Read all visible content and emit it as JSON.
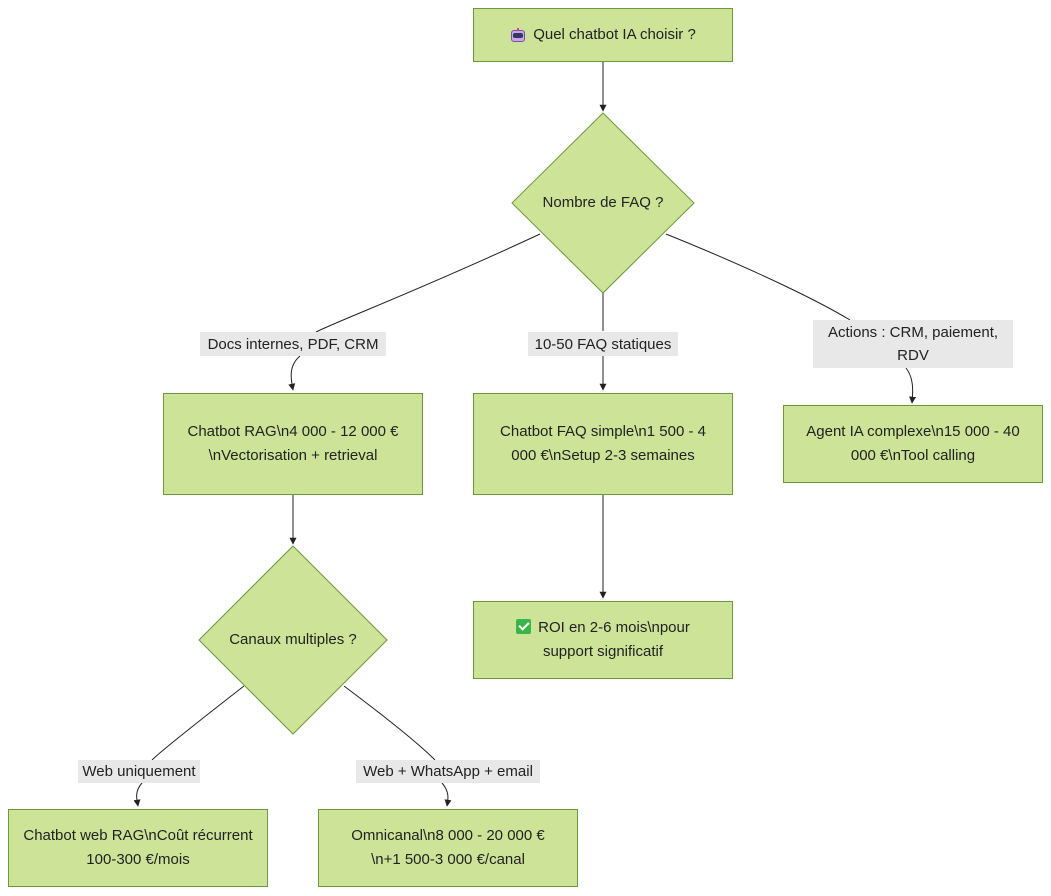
{
  "nodes": {
    "start": "Quel chatbot IA choisir ?",
    "decision_faq": "Nombre de FAQ ?",
    "rag": "Chatbot RAG\\n4 000 - 12 000 €\\nVectorisation + retrieval",
    "faq_simple": "Chatbot FAQ simple\\n1 500 - 4 000 €\\nSetup 2-3 semaines",
    "agent": "Agent IA complexe\\n15 000 - 40 000 €\\nTool calling",
    "decision_canaux": "Canaux multiples ?",
    "roi": "ROI en 2-6 mois\\npour support significatif",
    "web_rag": "Chatbot web RAG\\nCoût récurrent 100-300 €/mois",
    "omnicanal": "Omnicanal\\n8 000 - 20 000 €\\n+1 500-3 000 €/canal"
  },
  "edge_labels": {
    "docs": "Docs internes, PDF, CRM",
    "faq_static": "10-50 FAQ statiques",
    "actions": "Actions : CRM, paiement, RDV",
    "web_only": "Web uniquement",
    "multi": "Web + WhatsApp + email"
  },
  "icons": {
    "start": "robot-icon",
    "roi": "check-mark-icon"
  },
  "colors": {
    "node_fill": "#cde498",
    "node_border": "#6a9a3a",
    "edge_label_bg": "#e8e8e8"
  }
}
